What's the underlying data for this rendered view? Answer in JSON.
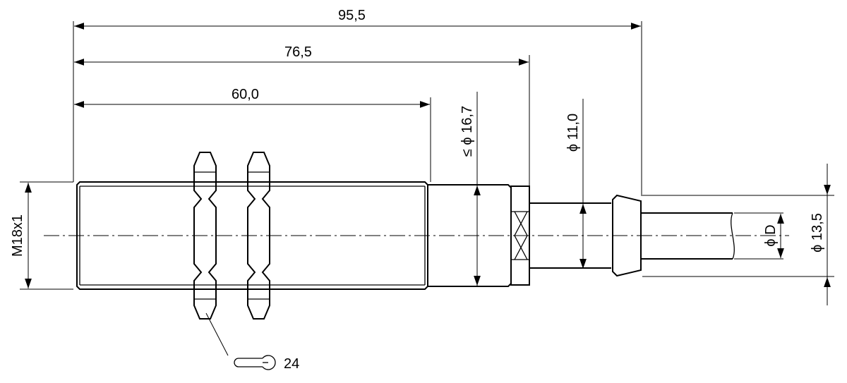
{
  "dimensions": {
    "overall_length": "95,5",
    "housing_length": "76,5",
    "thread_length": "60,0",
    "max_diameter": "≤ ϕ 16,7",
    "neck_diameter": "ϕ 11,0",
    "thread_size": "M18x1",
    "cable_diameter": "ϕ D",
    "sleeve_diameter": "ϕ 13,5",
    "wrench_size": "24"
  },
  "icons": {
    "wrench": "wrench-icon"
  }
}
